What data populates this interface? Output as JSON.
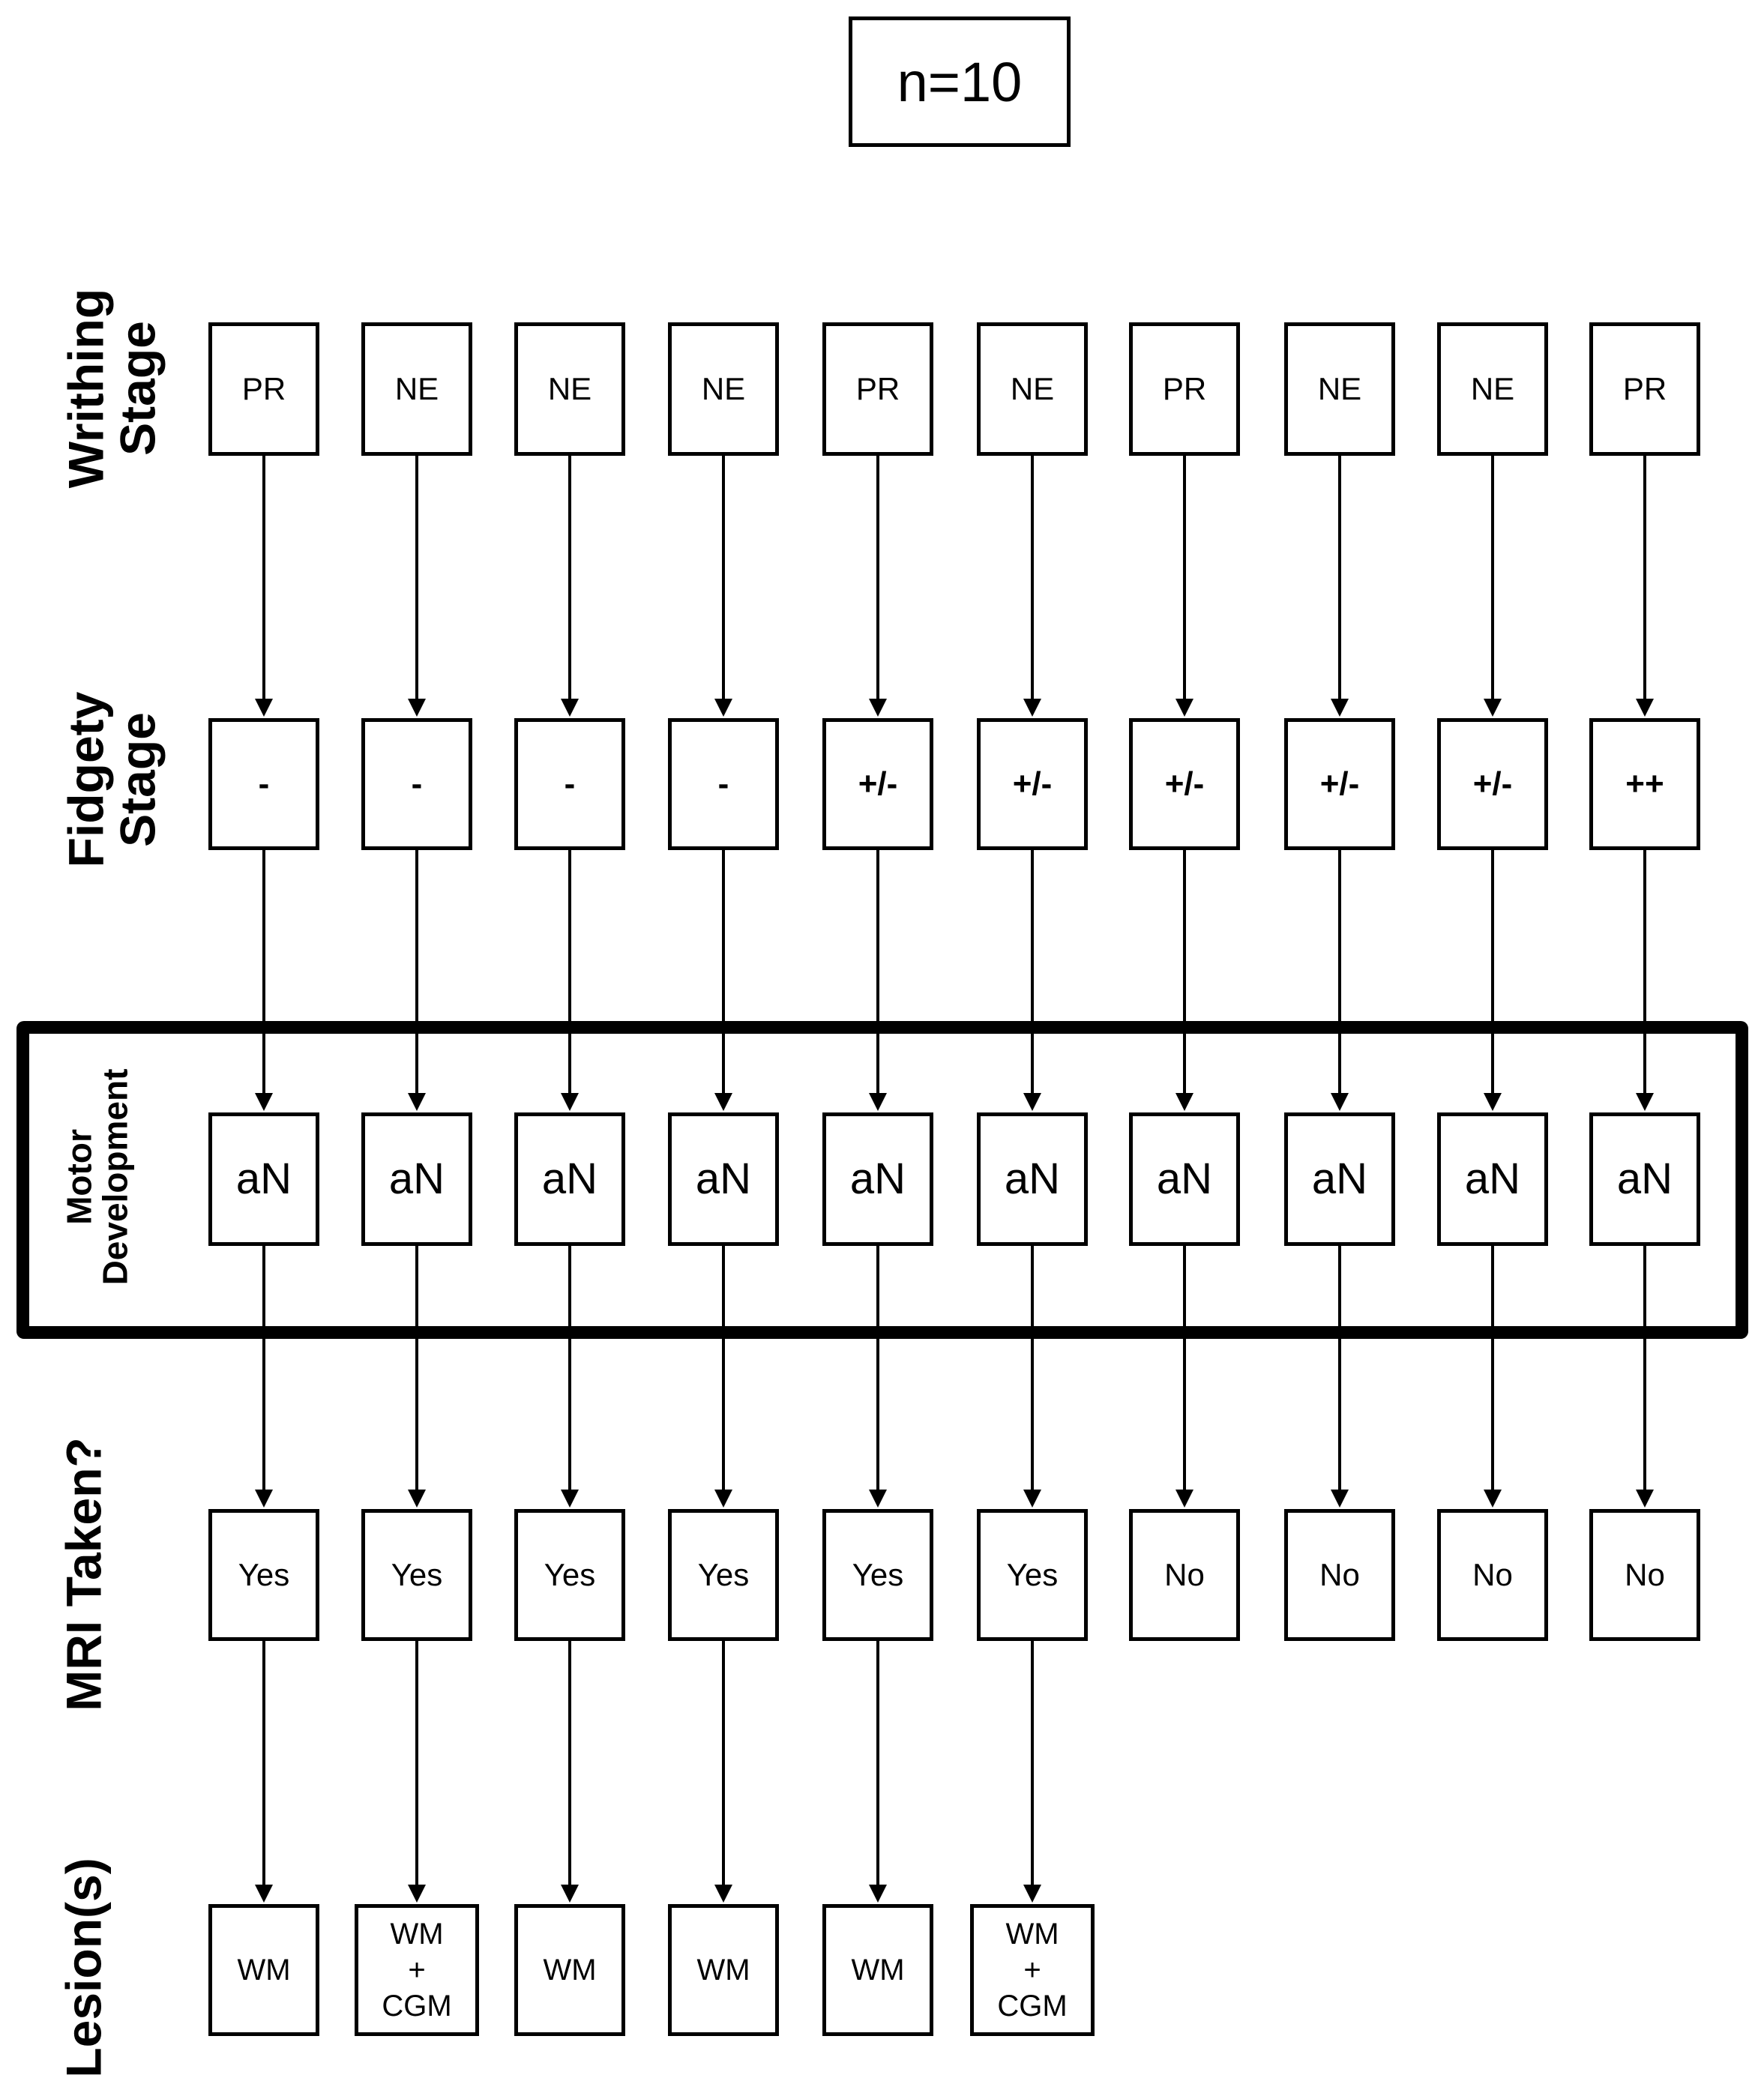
{
  "header": {
    "sample_size": "n=10"
  },
  "rows": {
    "writhing": {
      "label_line1": "Writhing",
      "label_line2": "Stage"
    },
    "fidgety": {
      "label_line1": "Fidgety",
      "label_line2": "Stage"
    },
    "motor": {
      "label_line1": "Motor",
      "label_line2": "Development"
    },
    "mri": {
      "label": "MRI Taken?"
    },
    "lesion": {
      "label": "Lesion(s)"
    }
  },
  "cases": [
    {
      "writhing": "PR",
      "fidgety": "-",
      "motor": "aN",
      "mri": "Yes",
      "lesion": "WM"
    },
    {
      "writhing": "NE",
      "fidgety": "-",
      "motor": "aN",
      "mri": "Yes",
      "lesion": "WM\n+\nCGM"
    },
    {
      "writhing": "NE",
      "fidgety": "-",
      "motor": "aN",
      "mri": "Yes",
      "lesion": "WM"
    },
    {
      "writhing": "NE",
      "fidgety": "-",
      "motor": "aN",
      "mri": "Yes",
      "lesion": "WM"
    },
    {
      "writhing": "PR",
      "fidgety": "+/-",
      "motor": "aN",
      "mri": "Yes",
      "lesion": "WM"
    },
    {
      "writhing": "NE",
      "fidgety": "+/-",
      "motor": "aN",
      "mri": "Yes",
      "lesion": "WM\n+\nCGM"
    },
    {
      "writhing": "PR",
      "fidgety": "+/-",
      "motor": "aN",
      "mri": "No"
    },
    {
      "writhing": "NE",
      "fidgety": "+/-",
      "motor": "aN",
      "mri": "No"
    },
    {
      "writhing": "NE",
      "fidgety": "+/-",
      "motor": "aN",
      "mri": "No"
    },
    {
      "writhing": "PR",
      "fidgety": "++",
      "motor": "aN",
      "mri": "No"
    }
  ]
}
